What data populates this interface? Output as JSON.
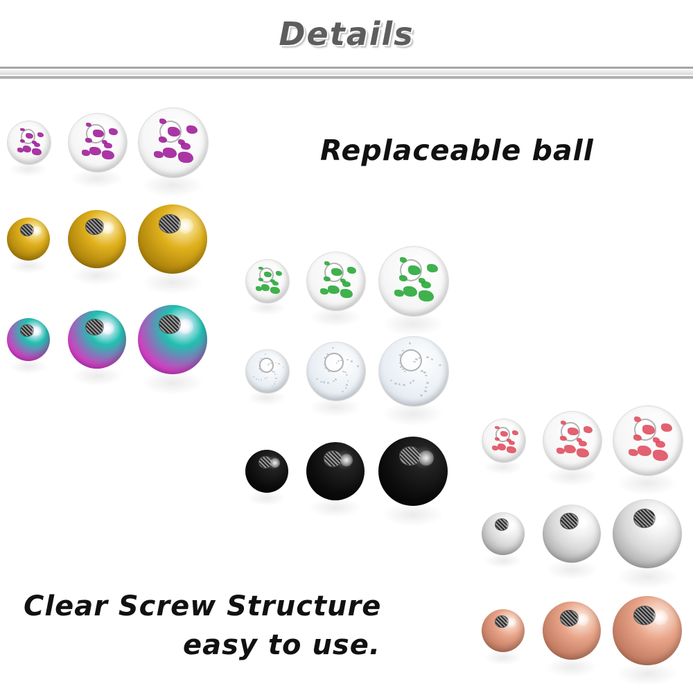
{
  "heading": "Details",
  "feature_top": "Replaceable ball",
  "feature_bottom_line1": "Clear Screw Structure",
  "feature_bottom_line2": "easy to use.",
  "colors": {
    "purple_fleck": "#a0209a",
    "gold": "#e0b01c",
    "rainbow_a": "#d040c0",
    "rainbow_b": "#20c0b0",
    "green_fleck": "#2aa83a",
    "clear_glitter": "#e8eef4",
    "black": "#0c0c0c",
    "red_fleck": "#e05060",
    "silver": "#d8d8d8",
    "rose_gold": "#e8a488"
  },
  "ball_groups": [
    {
      "name": "left-group",
      "rows": [
        {
          "finish": "purple-flake",
          "sizes": [
            "small",
            "medium",
            "large"
          ]
        },
        {
          "finish": "gold",
          "sizes": [
            "small",
            "medium",
            "large"
          ]
        },
        {
          "finish": "rainbow",
          "sizes": [
            "small",
            "medium",
            "large"
          ]
        }
      ]
    },
    {
      "name": "middle-group",
      "rows": [
        {
          "finish": "green-flake",
          "sizes": [
            "small",
            "medium",
            "large"
          ]
        },
        {
          "finish": "clear-glitter",
          "sizes": [
            "small",
            "medium",
            "large"
          ]
        },
        {
          "finish": "black",
          "sizes": [
            "small",
            "medium",
            "large"
          ]
        }
      ]
    },
    {
      "name": "right-group",
      "rows": [
        {
          "finish": "red-flake",
          "sizes": [
            "small",
            "medium",
            "large"
          ]
        },
        {
          "finish": "silver",
          "sizes": [
            "small",
            "medium",
            "large"
          ]
        },
        {
          "finish": "rose-gold",
          "sizes": [
            "small",
            "medium",
            "large"
          ]
        }
      ]
    }
  ]
}
